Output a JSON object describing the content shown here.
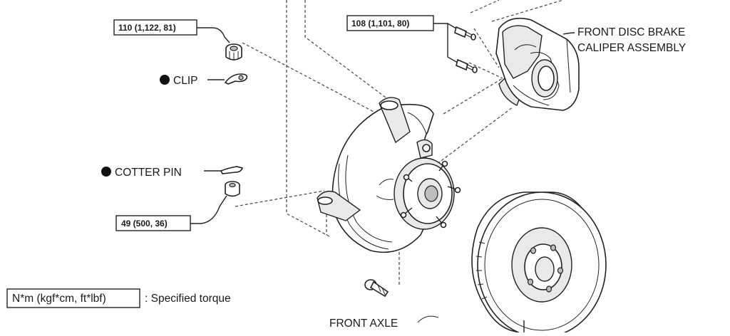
{
  "callouts": {
    "torque_knuckle_nut": "110 (1,122, 81)",
    "torque_caliper_bolts": "108 (1,101, 80)",
    "torque_tie_rod_nut": "49 (500, 36)"
  },
  "labels": {
    "clip": "CLIP",
    "cotter_pin": "COTTER PIN",
    "caliper_line1": "FRONT DISC BRAKE",
    "caliper_line2": "CALIPER ASSEMBLY",
    "front_axle": "FRONT AXLE"
  },
  "legend": {
    "unit_box": "N*m (kgf*cm, ft*lbf)",
    "description": ": Specified torque"
  },
  "icons": {
    "non_reusable_marker": "black-dot-icon"
  }
}
